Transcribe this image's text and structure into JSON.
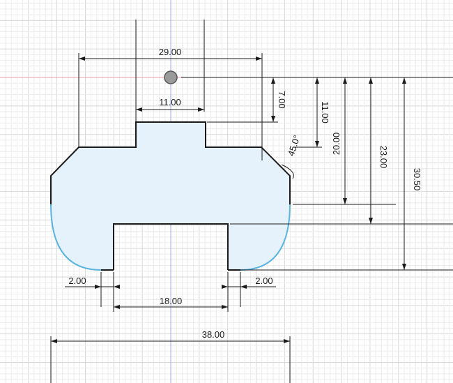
{
  "app": "sketch-canvas",
  "colors": {
    "grid_minor": "#ececec",
    "grid_major": "#d8d8d8",
    "axis_horizontal": "#e8a0a8",
    "axis_vertical": "#a0a8e8",
    "profile_line": "#1a1a1a",
    "arc_line": "#5ab4e0",
    "fill": "#e6f2fb",
    "dimension_line": "#1a1a1a",
    "origin_point": "#888888"
  },
  "dimensions": {
    "top_width": "29.00",
    "tab_width": "11.00",
    "tab_height": "7.00",
    "shoulder_height": "11.00",
    "chamfer_angle": "45.0°",
    "arc_start_height": "20.00",
    "notch_height": "23.00",
    "total_height": "30.50",
    "left_foot": "2.00",
    "right_foot": "2.00",
    "notch_width": "18.00",
    "total_width": "38.00"
  }
}
